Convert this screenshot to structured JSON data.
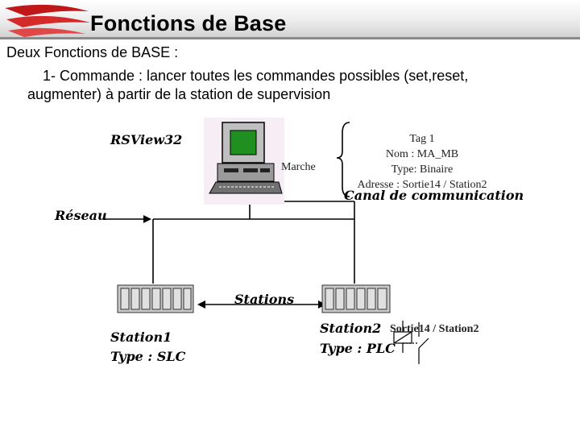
{
  "slide": {
    "title": "Fonctions de Base",
    "line1": "Deux Fonctions de BASE :",
    "line2": "1- Commande : lancer toutes les commandes possibles (set,reset,",
    "line3": "augmenter) à partir de la station de supervision"
  },
  "diagram": {
    "software_label": "RSView32",
    "network_label": "Réseau",
    "marche_label": "Marche",
    "tag_lines": [
      "Tag 1",
      "Nom : MA_MB",
      "Type: Binaire",
      "Adresse : Sortie14 / Station2"
    ],
    "channel_label": "Canal de communication",
    "stations_label": "Stations",
    "station1_name": "Station1",
    "station1_type": "Type : SLC",
    "station2_name": "Station2",
    "station2_type": "Type : PLC",
    "output_label": "Sortie14 / Station2"
  },
  "colors": {
    "accent_red": "#d21f1f",
    "screen_green": "#1f8f1f"
  }
}
